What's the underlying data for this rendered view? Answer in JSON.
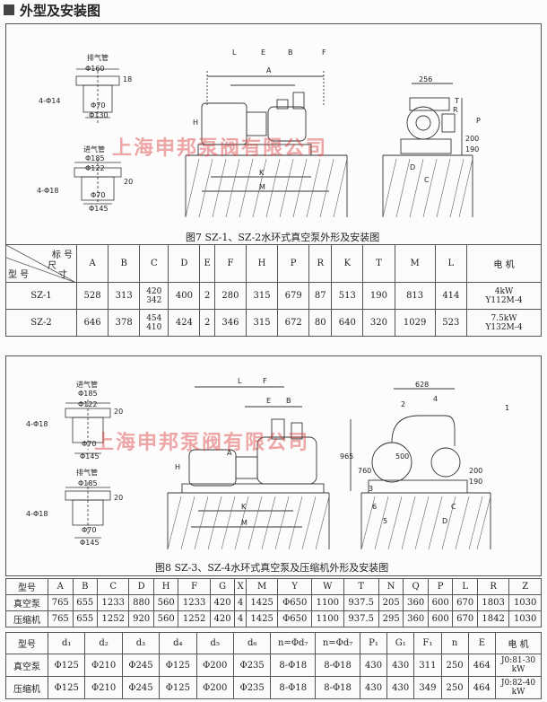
{
  "header": {
    "title": "外型及安装图"
  },
  "figure7": {
    "caption": "图7 SZ-1、SZ-2水环式真空泵外形及安装图",
    "exhaust_label": "排气管",
    "exhaust_dims": [
      "Φ160",
      "Φ70",
      "Φ130",
      "4-Φ14",
      "18"
    ],
    "inlet_label": "进气管",
    "inlet_dims": [
      "Φ185",
      "Φ122",
      "Φ70",
      "Φ145",
      "4-Φ18",
      "20"
    ],
    "drawing_labels": [
      "L",
      "E",
      "B",
      "F",
      "A",
      "H",
      "K",
      "M",
      "D",
      "C",
      "T",
      "256",
      "200",
      "190",
      "P",
      "R"
    ],
    "watermark": "上海申邦泵阀有限公司"
  },
  "table1": {
    "corner": {
      "a": "标 号",
      "b": "尺",
      "c": "寸",
      "d": "型 号"
    },
    "headers": [
      "A",
      "B",
      "C",
      "D",
      "E",
      "F",
      "H",
      "P",
      "R",
      "K",
      "T",
      "M",
      "L",
      "电 机"
    ],
    "rows": [
      {
        "model": "SZ-1",
        "A": "528",
        "B": "313",
        "C1": "420",
        "C2": "342",
        "D": "400",
        "E": "2",
        "F": "280",
        "H": "315",
        "P": "679",
        "R": "87",
        "K": "513",
        "T": "190",
        "M": "813",
        "L": "414",
        "motor1": "4kW",
        "motor2": "Y112M-4"
      },
      {
        "model": "SZ-2",
        "A": "646",
        "B": "378",
        "C1": "454",
        "C2": "410",
        "D": "424",
        "E": "2",
        "F": "346",
        "H": "315",
        "P": "672",
        "R": "80",
        "K": "640",
        "T": "320",
        "M": "1029",
        "L": "523",
        "motor1": "7.5kW",
        "motor2": "Y132M-4"
      }
    ]
  },
  "figure8": {
    "caption": "图8 SZ-3、SZ-4水环式真空泵及压缩机外形及安装图",
    "inlet_label": "进气管",
    "inlet_dims": [
      "Φ185",
      "Φ122",
      "Φ70",
      "Φ145",
      "4-Φ18",
      "20"
    ],
    "exhaust_label": "排气管",
    "exhaust_dims": [
      "Φ185",
      "Φ70",
      "Φ145",
      "4-Φ18",
      "20"
    ],
    "drawing_labels": [
      "L",
      "F",
      "E",
      "B",
      "H",
      "K",
      "M",
      "A",
      "628",
      "965",
      "500",
      "760",
      "200",
      "190",
      "C",
      "D",
      "1",
      "2",
      "3",
      "4",
      "5",
      "6"
    ],
    "watermark": "上海申邦泵阀有限公司"
  },
  "table2": {
    "headers": [
      "型号",
      "A",
      "B",
      "C",
      "D",
      "H",
      "F",
      "G",
      "X",
      "M",
      "Y",
      "W",
      "T",
      "N",
      "Q",
      "P",
      "L",
      "R",
      "Z"
    ],
    "rows": [
      [
        "真空泵",
        "765",
        "655",
        "1233",
        "880",
        "560",
        "1233",
        "420",
        "4",
        "1425",
        "Φ650",
        "1100",
        "937.5",
        "205",
        "360",
        "600",
        "670",
        "1803",
        "1030"
      ],
      [
        "压缩机",
        "765",
        "655",
        "1252",
        "920",
        "560",
        "1252",
        "420",
        "4",
        "1425",
        "Φ650",
        "1100",
        "937.5",
        "295",
        "360",
        "600",
        "670",
        "1842",
        "1030"
      ]
    ]
  },
  "table3": {
    "headers": [
      "型号",
      "d₁",
      "d₂",
      "d₃",
      "d₄",
      "d₅",
      "d₆",
      "n=Φd₇",
      "n=Φd₇",
      "P₁",
      "G₁",
      "F₁",
      "n",
      "E",
      "电 机"
    ],
    "rows": [
      [
        "真空泵",
        "Φ125",
        "Φ210",
        "Φ245",
        "Φ125",
        "Φ200",
        "Φ235",
        "8-Φ18",
        "8-Φ18",
        "430",
        "430",
        "311",
        "250",
        "464",
        "J0:81-30",
        "kW"
      ],
      [
        "压缩机",
        "Φ125",
        "Φ210",
        "Φ245",
        "Φ125",
        "Φ200",
        "Φ235",
        "8-Φ18",
        "8-Φ18",
        "430",
        "430",
        "349",
        "250",
        "464",
        "J0:82-40",
        "kW"
      ]
    ]
  }
}
